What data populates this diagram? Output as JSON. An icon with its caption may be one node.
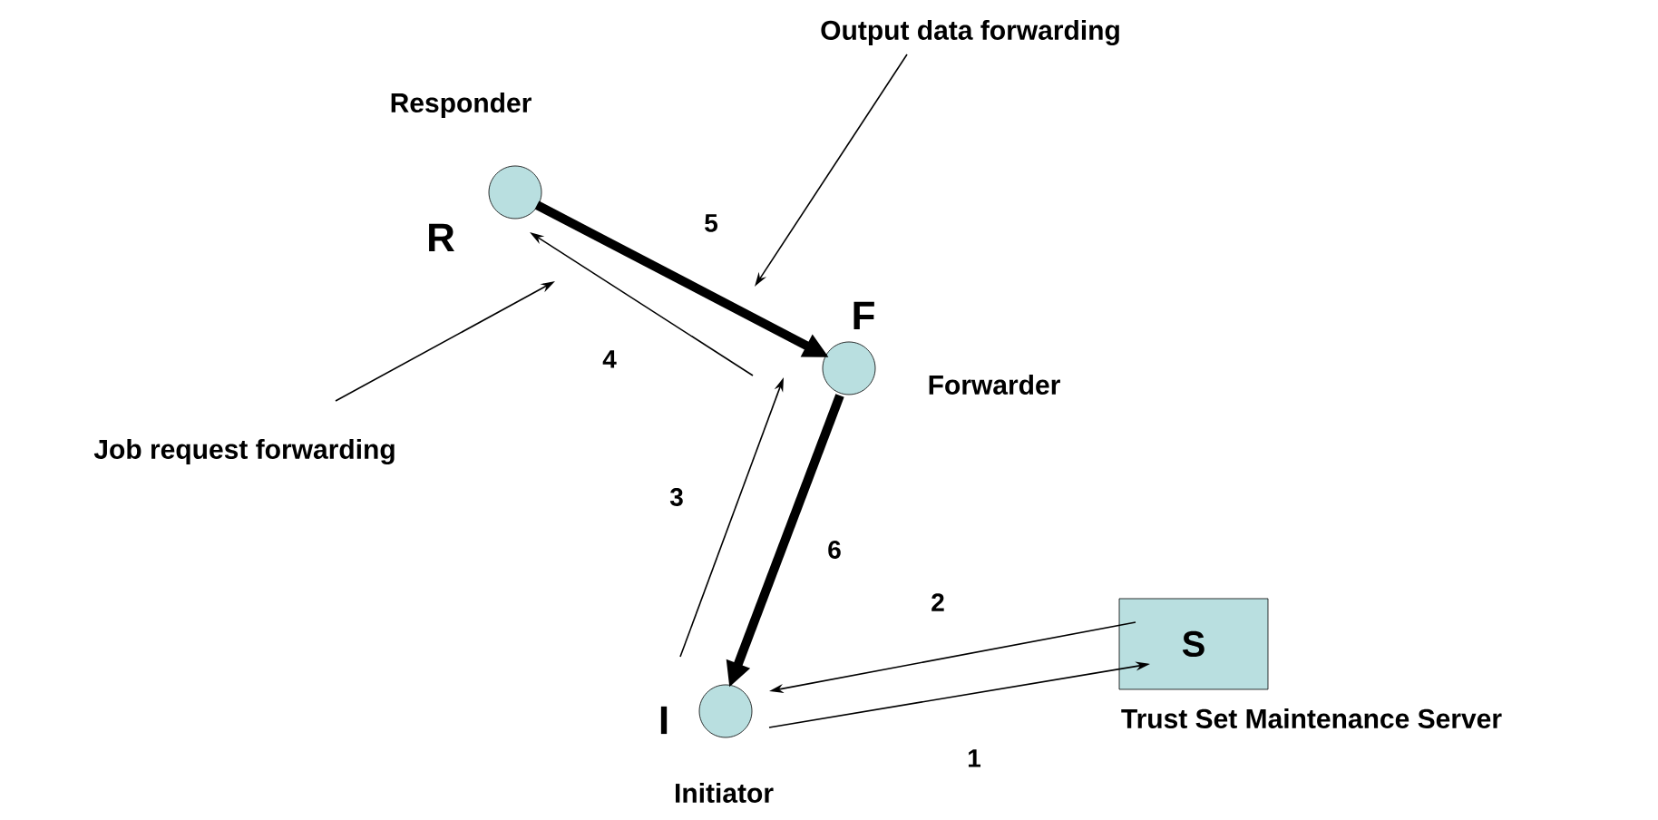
{
  "diagram": {
    "nodes": [
      {
        "text": [
          "Output data forwarding"
        ]
      },
      {
        "text": [],
        "shape": "circle",
        "beside": [
          "R",
          "Responder"
        ]
      },
      {
        "text": [],
        "shape": "circle",
        "beside": [
          "F",
          "Forwarder"
        ]
      },
      {
        "text": [
          "Job request forwarding"
        ]
      },
      {
        "text": [],
        "shape": "circle",
        "beside": [
          "I",
          "Initiator"
        ]
      },
      {
        "text": [
          "S"
        ],
        "beside": [
          "Trust Set Maintenance Server"
        ]
      }
    ],
    "edges": [
      {
        "from": 1,
        "to": 2,
        "arrow": "to",
        "label": "5",
        "style": "thick"
      },
      {
        "from": 2,
        "to": 1,
        "arrow": "to",
        "label": "4"
      },
      {
        "from": 4,
        "to": 2,
        "arrow": "to",
        "label": "3"
      },
      {
        "from": 2,
        "to": 4,
        "arrow": "to",
        "label": "6",
        "style": "thick"
      },
      {
        "from": 5,
        "to": 4,
        "arrow": "to",
        "label": "2"
      },
      {
        "from": 4,
        "to": 5,
        "arrow": "to",
        "label": "1"
      },
      {
        "from": 0,
        "to": null,
        "arrow": "to"
      },
      {
        "from": 3,
        "to": null,
        "arrow": "to"
      }
    ]
  }
}
